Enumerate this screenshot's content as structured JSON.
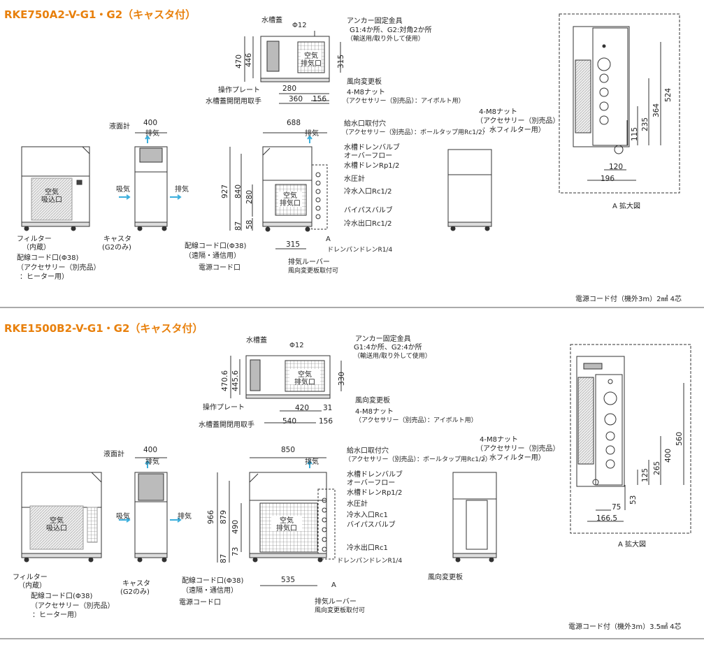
{
  "sections": [
    {
      "title": "RKE750A2-V-G1・G2（キャスタ付）",
      "footer": "電源コード付（機外3m）2㎟ 4芯",
      "enlarged_caption": "A 拡大図",
      "top_view": {
        "labels": {
          "water_tank_lid": "水槽蓋",
          "phi12": "Φ12",
          "anchor_fitting": "アンカー固定金具",
          "anchor_note1": "G1:4か所、G2:対角2か所",
          "anchor_note2": "（輸送用/取り外して使用）",
          "operation_plate": "操作プレート",
          "lid_handle": "水槽蓋開閉用取手",
          "air_exhaust": "空気\n排気口",
          "wind_plate": "風向変更板",
          "m8_nut": "4-M8ナット",
          "m8_accessory": "（アクセサリー（別売品）：アイボルト用）"
        },
        "dims": {
          "h470": "470",
          "h446": "446",
          "h315": "315",
          "w280": "280",
          "w360": "360",
          "w156": "156"
        }
      },
      "left_view": {
        "labels": {
          "air_inlet": "空気\n吸込口",
          "filter": "フィルター",
          "filter_note": "（内蔵）",
          "cord_port": "配線コード口(Φ38)",
          "cord_note1": "（アクセサリー（別売品）",
          "cord_note2": "：ヒーター用）"
        }
      },
      "front_view": {
        "labels": {
          "level_gauge": "液面計",
          "exhaust": "排気",
          "intake": "吸気",
          "exhaust2": "排気",
          "caster": "キャスタ",
          "caster_note": "(G2のみ)"
        },
        "dims": {
          "w400": "400"
        }
      },
      "right_view": {
        "labels": {
          "supply_port": "給水口取付穴",
          "supply_note": "（アクセサリー（別売品）：ボールタップ用Rc1/2）",
          "drain_valve": "水槽ドレンバルブ",
          "overflow": "オーバーフロー",
          "tank_drain": "水槽ドレンRp1/2",
          "pressure_gauge": "水圧計",
          "inlet": "冷水入口Rc1/2",
          "bypass": "バイパスバルブ",
          "outlet": "冷水出口Rc1/2",
          "drain_pan": "ドレンパンドレンR1/4",
          "louver": "排気ルーバー",
          "louver_note": "風向変更板取付可",
          "wire_port": "配線コード口(Φ38)",
          "wire_note": "（遠隔・通信用）",
          "power_port": "電源コード口",
          "exhaust": "排気",
          "air_exhaust": "空気\n排気口",
          "a_mark": "A"
        },
        "dims": {
          "w688": "688",
          "h927": "927",
          "h840": "840",
          "h280": "280",
          "h87": "87",
          "h58": "58",
          "w315": "315"
        }
      },
      "back_view": {
        "labels": {
          "m8_nut": "4-M8ナット",
          "m8_note1": "（アクセサリー（別売品）",
          "m8_note2": "：水フィルター用）"
        }
      },
      "detail": {
        "dims": {
          "h524": "524",
          "h364": "364",
          "h235": "235",
          "h115": "115",
          "w120": "120",
          "w196": "196"
        }
      }
    },
    {
      "title": "RKE1500B2-V-G1・G2（キャスタ付）",
      "footer": "電源コード付（機外3m）3.5㎟ 4芯",
      "enlarged_caption": "A 拡大図",
      "top_view": {
        "labels": {
          "water_tank_lid": "水槽蓋",
          "phi12": "Φ12",
          "anchor_fitting": "アンカー固定金具",
          "anchor_note1": "G1:4か所、G2:4か所",
          "anchor_note2": "（輸送用/取り外して使用）",
          "operation_plate": "操作プレート",
          "lid_handle": "水槽蓋開閉用取手",
          "air_exhaust": "空気\n排気口",
          "wind_plate": "風向変更板",
          "m8_nut": "4-M8ナット",
          "m8_accessory": "（アクセサリー（別売品）：アイボルト用）"
        },
        "dims": {
          "h470_6": "470.6",
          "h445_6": "445.6",
          "h330": "330",
          "w420": "420",
          "w31": "31",
          "w540": "540",
          "w156": "156"
        }
      },
      "left_view": {
        "labels": {
          "air_inlet": "空気\n吸込口",
          "filter": "フィルター",
          "filter_note": "（内蔵）",
          "cord_port": "配線コード口(Φ38)",
          "cord_note1": "（アクセサリー（別売品）",
          "cord_note2": "：ヒーター用）"
        }
      },
      "front_view": {
        "labels": {
          "level_gauge": "液面計",
          "exhaust": "排気",
          "intake": "吸気",
          "exhaust2": "排気",
          "caster": "キャスタ",
          "caster_note": "(G2のみ)"
        },
        "dims": {
          "w400": "400"
        }
      },
      "right_view": {
        "labels": {
          "supply_port": "給水口取付穴",
          "supply_note": "（アクセサリー（別売品）：ボールタップ用Rc1/2）",
          "drain_valve": "水槽ドレンバルブ",
          "overflow": "オーバーフロー",
          "tank_drain": "水槽ドレンRp1/2",
          "pressure_gauge": "水圧計",
          "inlet": "冷水入口Rc1",
          "bypass": "バイパスバルブ",
          "outlet": "冷水出口Rc1",
          "drain_pan": "ドレンパンドレンR1/4",
          "louver": "排気ルーバー",
          "louver_note": "風向変更板取付可",
          "wire_port": "配線コード口(Φ38)",
          "wire_note": "（遠隔・通信用）",
          "power_port": "電源コード口",
          "exhaust": "排気",
          "air_exhaust": "空気\n排気口",
          "a_mark": "A"
        },
        "dims": {
          "w850": "850",
          "h966": "966",
          "h879": "879",
          "h490": "490",
          "h87": "87",
          "h73": "73",
          "w535": "535"
        }
      },
      "back_view": {
        "labels": {
          "m8_nut": "4-M8ナット",
          "m8_note1": "（アクセサリー（別売品）",
          "m8_note2": "：水フィルター用）",
          "wind_plate": "風向変更板"
        }
      },
      "detail": {
        "dims": {
          "h560": "560",
          "h400": "400",
          "h265": "265",
          "h125": "125",
          "h53": "53",
          "w75": "75",
          "w166_5": "166.5"
        }
      }
    }
  ]
}
